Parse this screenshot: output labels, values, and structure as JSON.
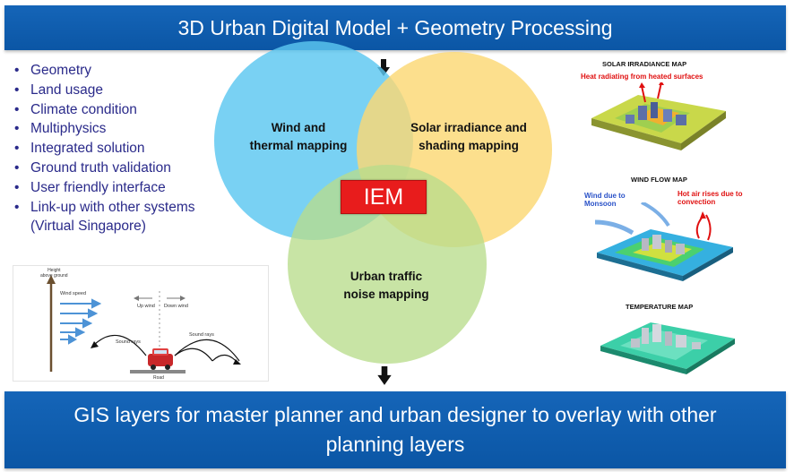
{
  "header": {
    "title": "3D Urban Digital Model + Geometry Processing"
  },
  "features": [
    "Geometry",
    "Land usage",
    "Climate condition",
    "Multiphysics",
    "Integrated solution",
    "Ground truth validation",
    "User friendly interface",
    "Link-up with other systems"
  ],
  "features_continuation": "(Virtual Singapore)",
  "venn": {
    "wind_label": [
      "Wind and",
      "thermal mapping"
    ],
    "solar_label": [
      "Solar irradiance and",
      "shading mapping"
    ],
    "traffic_label": [
      "Urban traffic",
      "noise mapping"
    ],
    "center": "IEM",
    "colors": {
      "wind": "#5cc7f0",
      "solar": "#fbd874",
      "traffic": "#b9dd8c",
      "center_box": "#e81c1c"
    }
  },
  "sound_diagram": {
    "height_label": [
      "Height",
      "above ground"
    ],
    "wind_speed": "Wind speed",
    "up_wind": "Up wind",
    "down_wind": "Down wind",
    "sound_rays_left": "Sound rays",
    "sound_rays_right": "Sound rays",
    "road": "Road"
  },
  "maps": {
    "solar": {
      "title": "SOLAR IRRADIANCE MAP",
      "note": "Heat radiating  from heated surfaces"
    },
    "wind": {
      "title": "WIND FLOW MAP",
      "note_left": [
        "Wind due to",
        "Monsoon"
      ],
      "note_right": [
        "Hot air rises due to",
        "convection"
      ]
    },
    "temperature": {
      "title": "TEMPERATURE MAP"
    }
  },
  "footer": {
    "text": "GIS layers for master planner and urban designer to overlay with other planning layers"
  }
}
